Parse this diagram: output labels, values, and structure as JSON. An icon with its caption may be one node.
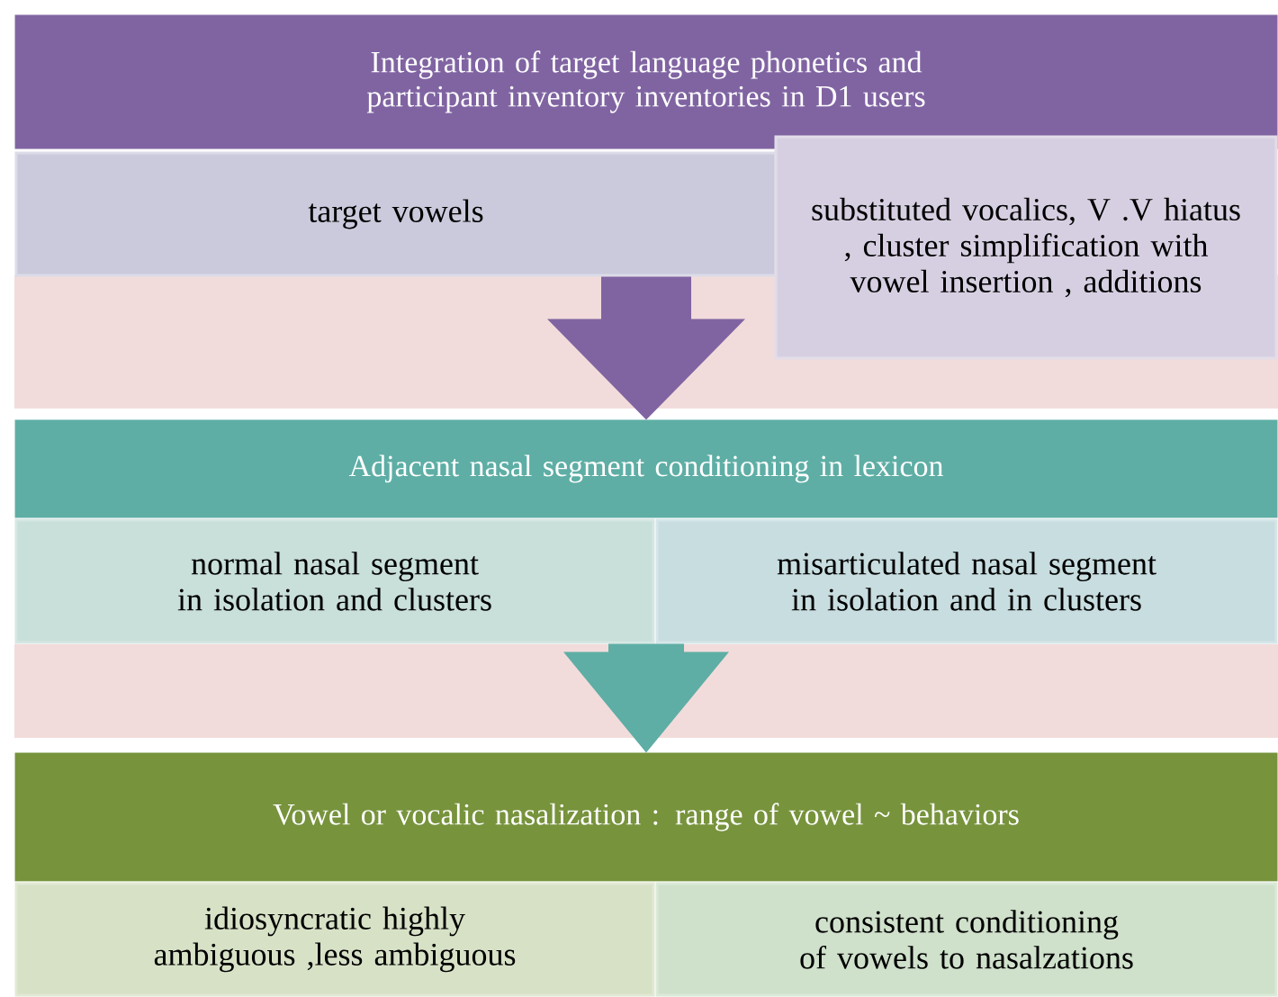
{
  "diagram": {
    "nodes": [
      {
        "text": [
          "Integration of target language phonetics and participant inventory inventories in D1 users"
        ]
      },
      {
        "text": [
          "target vowels"
        ]
      },
      {
        "text": [
          "substituted vocalics, V .V hiatus , cluster simplification with vowel insertion , additions"
        ]
      },
      {
        "text": [
          "Adjacent nasal segment conditioning in lexicon"
        ]
      },
      {
        "text": [
          "normal nasal segment in isolation and clusters"
        ]
      },
      {
        "text": [
          "misarticulated nasal segment in isolation and in clusters"
        ]
      },
      {
        "text": [
          "Vowel or vocalic nasalization : range of vowel ~ behaviors"
        ]
      },
      {
        "text": [
          "idiosyncratic highly ambiguous ,less ambiguous"
        ]
      },
      {
        "text": [
          "consistent conditioning of vowels to nasalzations"
        ]
      }
    ],
    "edges": [
      {
        "from": 1,
        "to": 3,
        "arrow": "to",
        "color": "#8064a2"
      },
      {
        "from": 4,
        "to": 6,
        "arrow": "to",
        "color": "#5eaea5"
      }
    ]
  }
}
